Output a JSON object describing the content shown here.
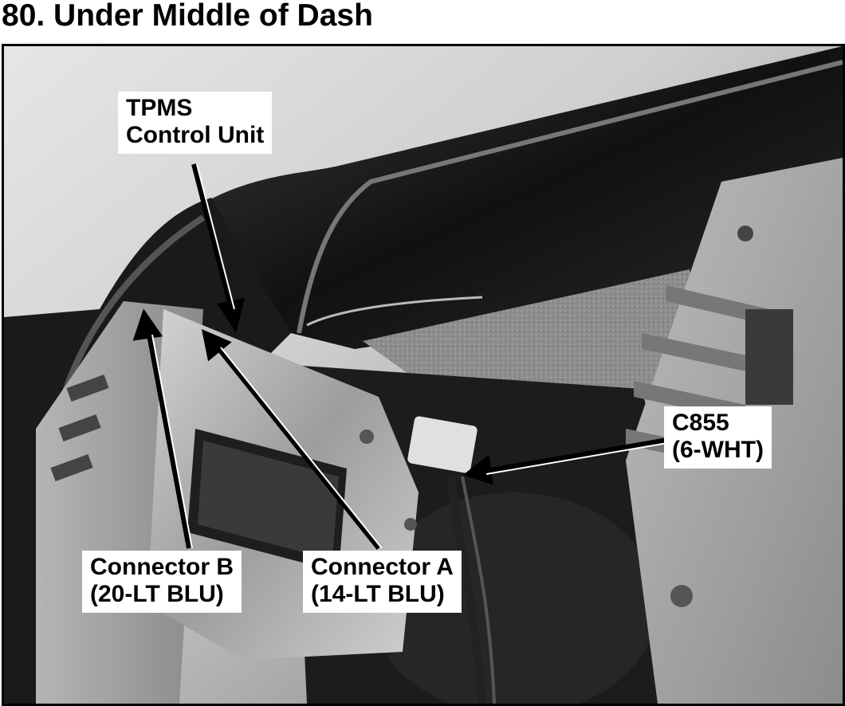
{
  "page": {
    "title": "80. Under Middle of Dash"
  },
  "callouts": {
    "tpms": {
      "line1": "TPMS",
      "line2": "Control Unit"
    },
    "c855": {
      "line1": "C855",
      "line2": "(6-WHT)"
    },
    "connector_b": {
      "line1": "Connector B",
      "line2": "(20-LT BLU)"
    },
    "connector_a": {
      "line1": "Connector A",
      "line2": "(14-LT BLU)"
    }
  },
  "colors": {
    "callout_background": "#ffffff",
    "arrow": "#000000",
    "frame": "#000000"
  }
}
